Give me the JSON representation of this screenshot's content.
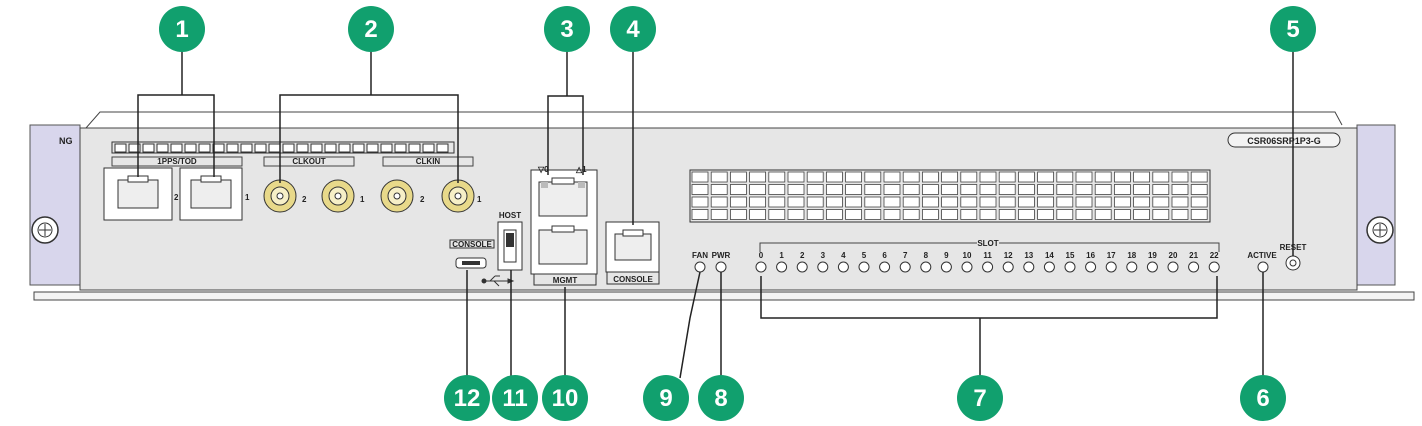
{
  "panel": {
    "slot_label": "NG",
    "model": "CSR06SRP1P3-G"
  },
  "labels": {
    "pps_tod": "1PPS/TOD",
    "clkout": "CLKOUT",
    "clkin": "CLKIN",
    "port_2": "2",
    "port_1": "1",
    "mgmt_0": "▽0",
    "mgmt_1": "△1",
    "host": "HOST",
    "console_usb": "CONSOLE",
    "mgmt": "MGMT",
    "console_rj45": "CONSOLE",
    "fan": "FAN",
    "pwr": "PWR",
    "slot": "SLOT",
    "active": "ACTIVE",
    "reset": "RESET"
  },
  "slot_numbers": [
    "0",
    "1",
    "2",
    "3",
    "4",
    "5",
    "6",
    "7",
    "8",
    "9",
    "10",
    "11",
    "12",
    "13",
    "14",
    "15",
    "16",
    "17",
    "18",
    "19",
    "20",
    "21",
    "22"
  ],
  "callouts": [
    "1",
    "2",
    "3",
    "4",
    "5",
    "6",
    "7",
    "8",
    "9",
    "10",
    "11",
    "12"
  ],
  "colors": {
    "callout": "#11a06e",
    "panel": "#e6e6e6",
    "ear": "#d8d6ec",
    "coax": "#e8d98a"
  }
}
